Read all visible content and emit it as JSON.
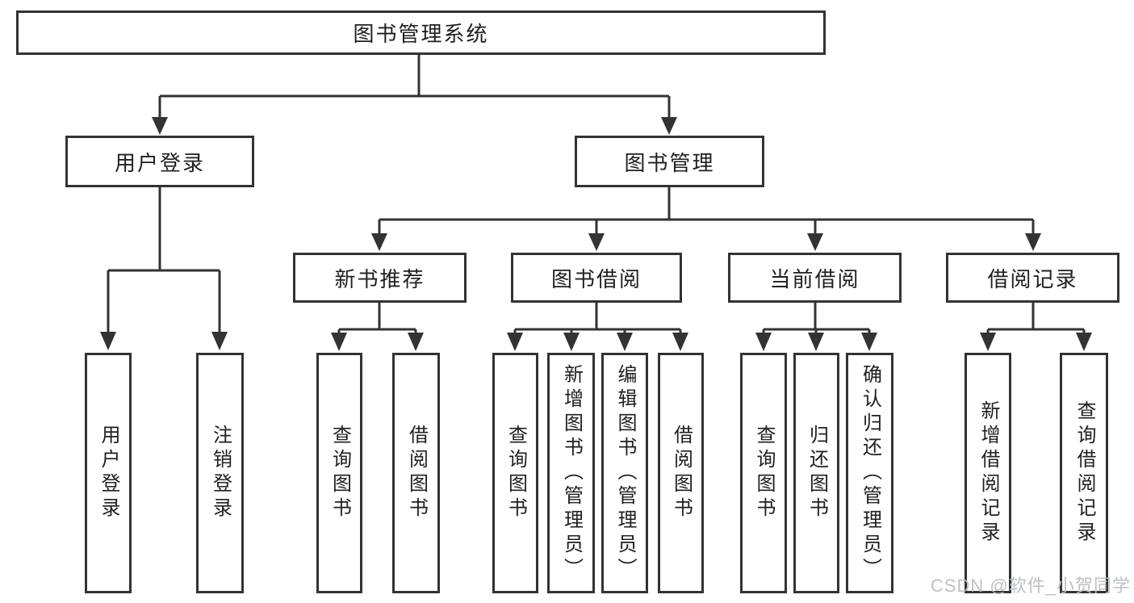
{
  "diagram": {
    "type": "hierarchy-diagram",
    "title": "图书管理系统",
    "watermark": "CSDN @软件_小贺同学",
    "colors": {
      "line": "#333333",
      "text": "#1f1f1f",
      "box_fill": "#ffffff",
      "background": "#ffffff",
      "watermark": "#b9bdc2"
    },
    "tree": {
      "root": {
        "label": "图书管理系统"
      },
      "children": [
        {
          "label": "用户登录",
          "children": [
            {
              "label": "用户登录"
            },
            {
              "label": "注销登录"
            }
          ]
        },
        {
          "label": "图书管理",
          "children": [
            {
              "label": "新书推荐",
              "children": [
                {
                  "label": "查询图书"
                },
                {
                  "label": "借阅图书"
                }
              ]
            },
            {
              "label": "图书借阅",
              "children": [
                {
                  "label": "查询图书"
                },
                {
                  "label": "新增图书（管理员）"
                },
                {
                  "label": "编辑图书（管理员）"
                },
                {
                  "label": "借阅图书"
                }
              ]
            },
            {
              "label": "当前借阅",
              "children": [
                {
                  "label": "查询图书"
                },
                {
                  "label": "归还图书"
                },
                {
                  "label": "确认归还（管理员）"
                }
              ]
            },
            {
              "label": "借阅记录",
              "children": [
                {
                  "label": "新增借阅记录"
                },
                {
                  "label": "查询借阅记录"
                }
              ]
            }
          ]
        }
      ]
    }
  }
}
